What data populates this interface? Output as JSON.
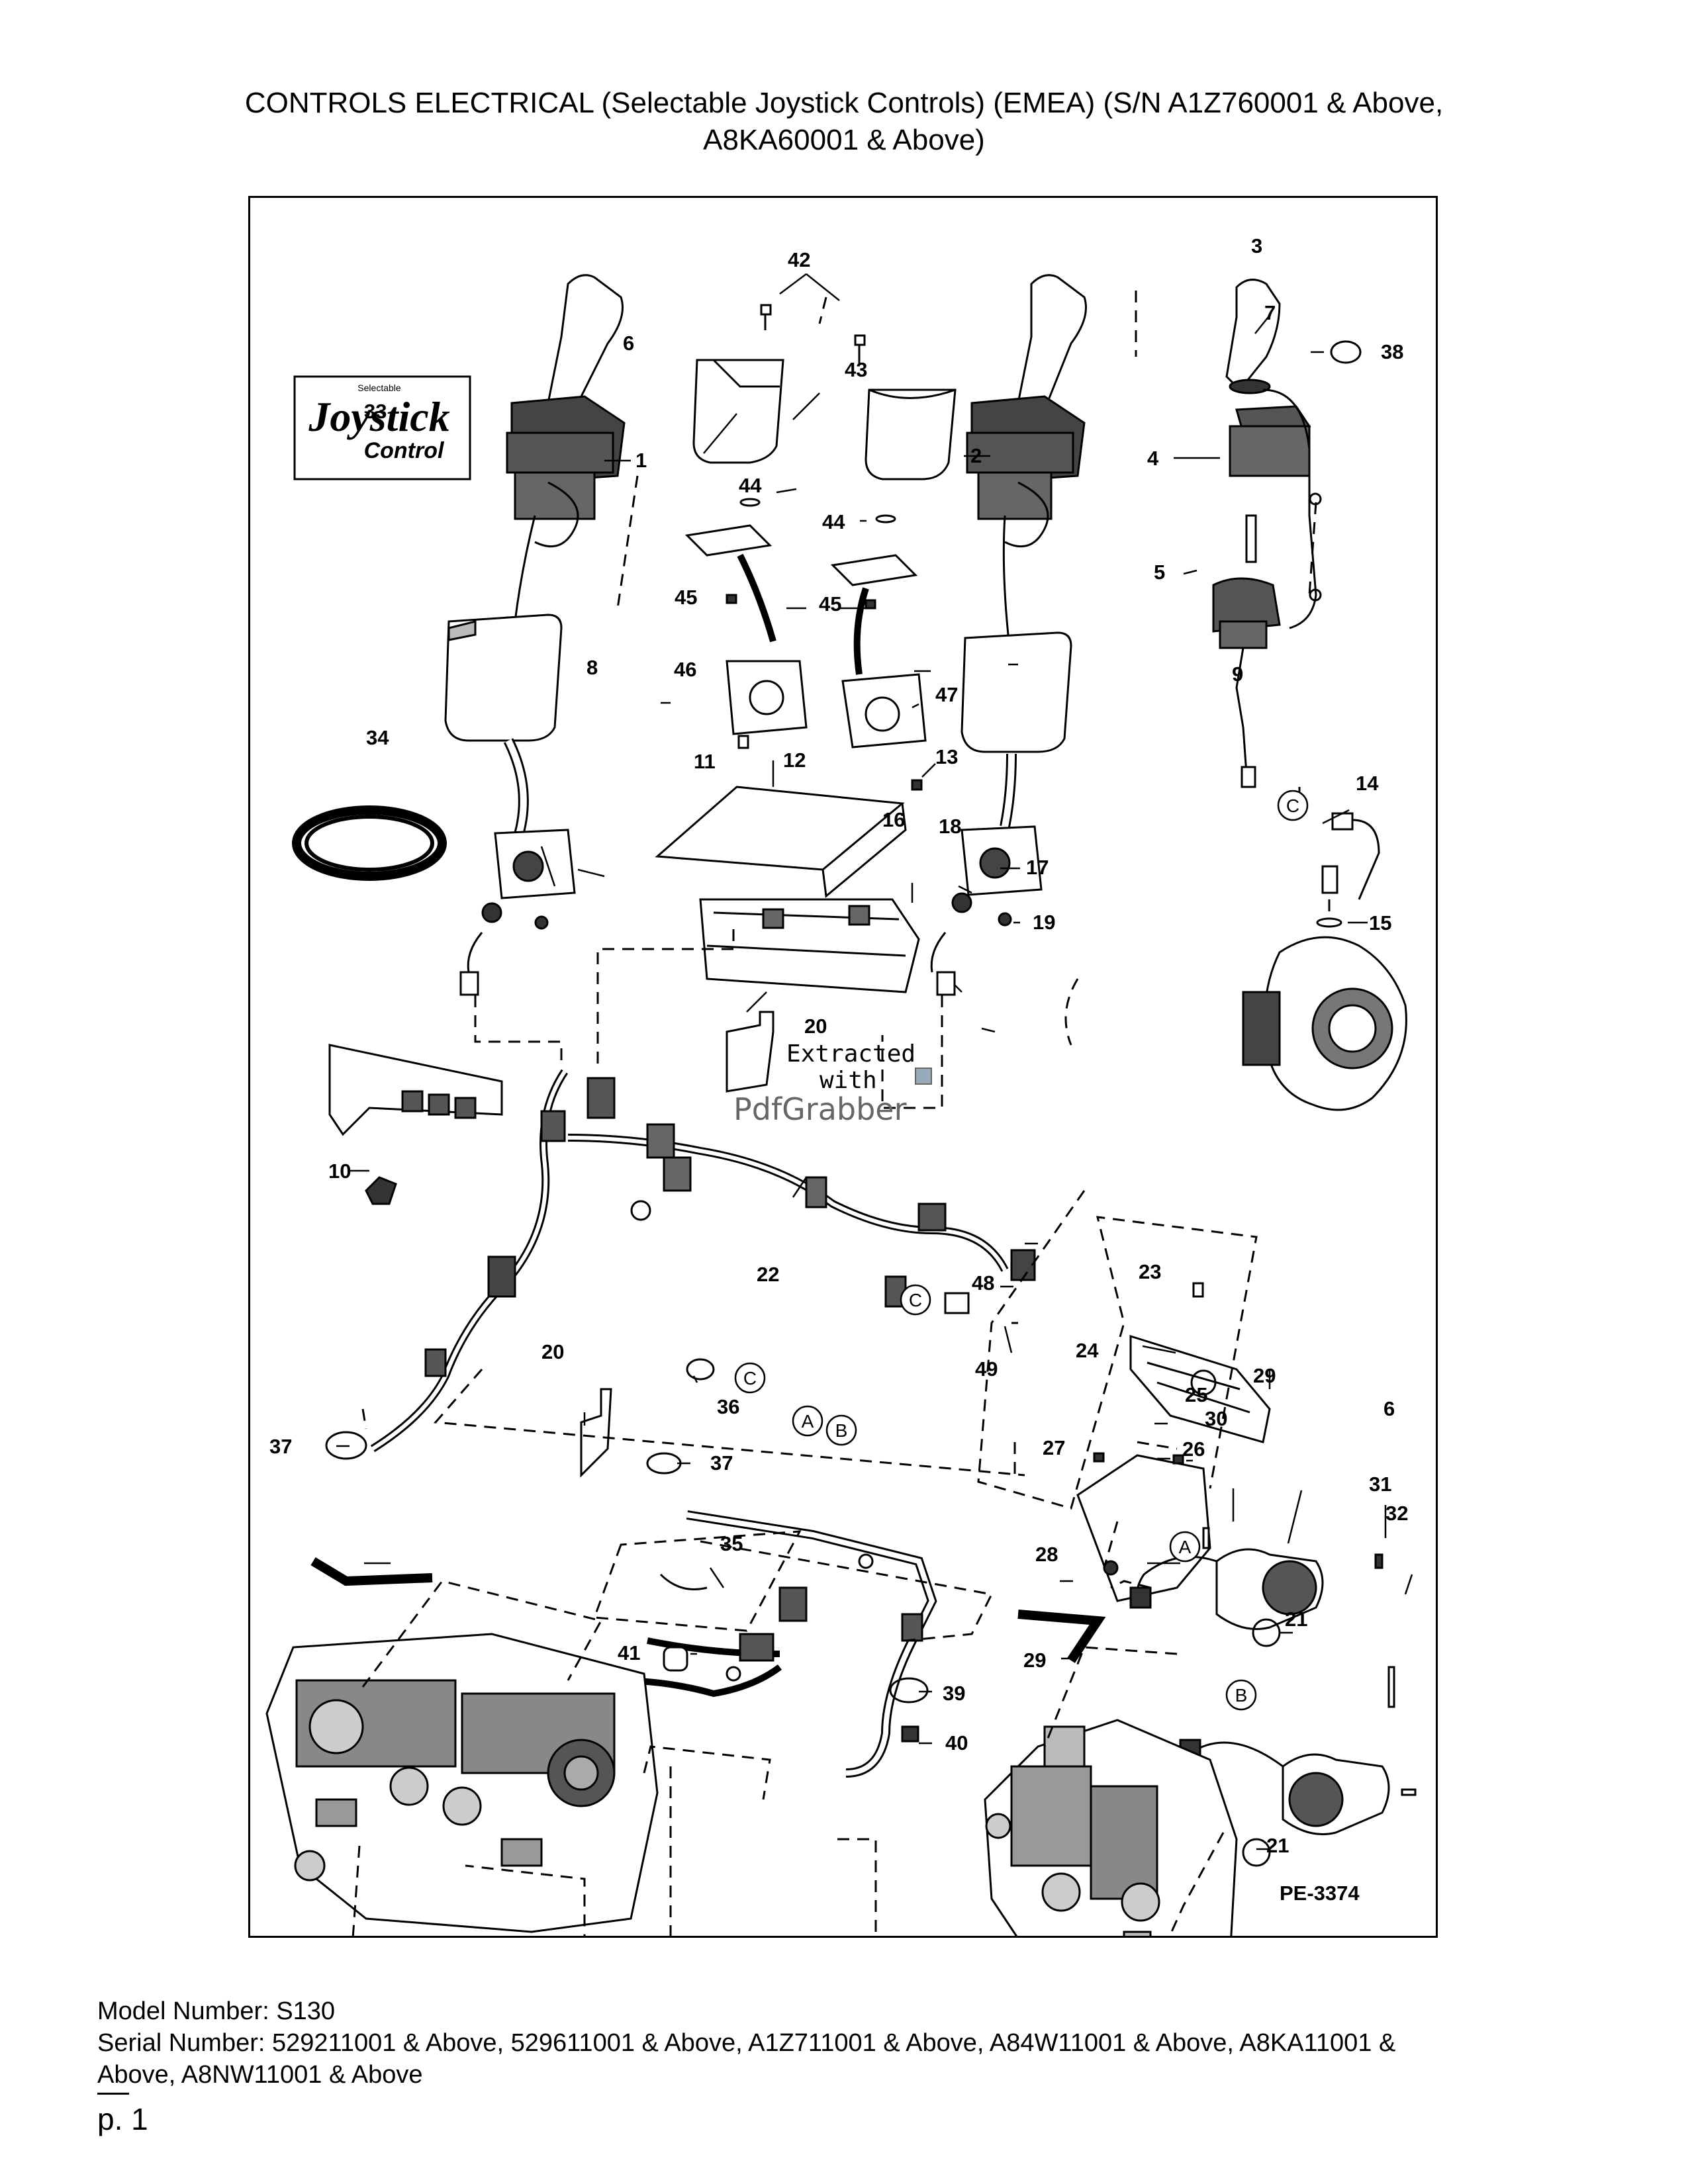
{
  "title": {
    "line1": "CONTROLS ELECTRICAL (Selectable Joystick Controls) (EMEA) (S/N A1Z760001 & Above,",
    "line2": "A8KA60001 & Above)"
  },
  "diagram": {
    "figure_code": "PE-3374",
    "decal": {
      "small_text": "Selectable",
      "line1": "Joystick",
      "line2": "Control"
    },
    "watermark": {
      "line1": "Extracted",
      "line2": "with",
      "line3": "PdfGrabber"
    },
    "callouts": [
      "1",
      "2",
      "3",
      "4",
      "5",
      "6",
      "6",
      "7",
      "8",
      "9",
      "10",
      "11",
      "12",
      "13",
      "14",
      "15",
      "16",
      "17",
      "18",
      "19",
      "20",
      "20",
      "21",
      "21",
      "22",
      "23",
      "24",
      "25",
      "26",
      "27",
      "28",
      "29",
      "29",
      "30",
      "31",
      "32",
      "33",
      "34",
      "35",
      "36",
      "37",
      "37",
      "38",
      "39",
      "40",
      "41",
      "42",
      "43",
      "44",
      "44",
      "45",
      "45",
      "46",
      "47",
      "48",
      "49"
    ],
    "connectors": [
      "A",
      "A",
      "B",
      "B",
      "C",
      "C",
      "C"
    ]
  },
  "footer": {
    "model": "Model Number: S130",
    "serial_line1": "Serial Number: 529211001 & Above, 529611001 & Above, A1Z711001 & Above, A84W11001 & Above, A8KA11001 &",
    "serial_line2": "Above, A8NW11001 & Above",
    "page": "p. 1"
  }
}
